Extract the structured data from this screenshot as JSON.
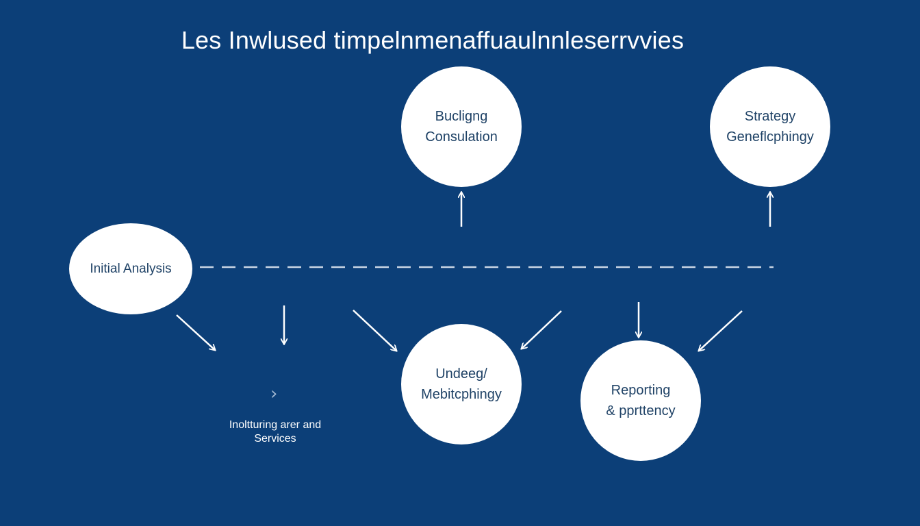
{
  "title": "Les Inwlused timpelnmenaffuaulnnleserrvvies",
  "nodes": {
    "initial": {
      "line1": "Initial Analysis"
    },
    "budget": {
      "line1": "Bucligng",
      "line2": "Consulation"
    },
    "strategy": {
      "line1": "Strategy",
      "line2": "Geneflcphingy"
    },
    "undeg": {
      "line1": "Undeeg/",
      "line2": "Mebitcphingy"
    },
    "reporting": {
      "line1": "Reporting",
      "line2": "& pprttency"
    }
  },
  "floating_label": {
    "line1": "Inoltturing arer and",
    "line2": "Services"
  },
  "icons": {
    "chevron": "chevron-right-icon",
    "chevron_glyph": "›"
  },
  "colors": {
    "background": "#0c3f78",
    "node": "#ffffff",
    "node_text": "#1f4266",
    "line": "#ffffff",
    "dash": "#c9d5e4"
  }
}
